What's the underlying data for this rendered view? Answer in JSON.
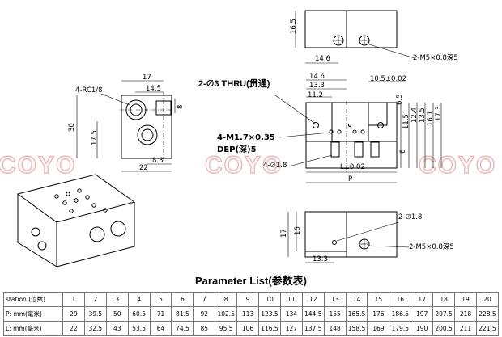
{
  "watermark": {
    "text": "COYO"
  },
  "left_view": {
    "port_label": "4-RC1/8",
    "dims": [
      "17",
      "14.5",
      "8",
      "30",
      "17.5",
      "8.3",
      "22"
    ]
  },
  "center_notes": {
    "thru_note": "2-∅3 THRU(贯通)",
    "tap_note_1": "4-M1.7×0.35",
    "tap_note_2": "DEP(深)5",
    "hole_note": "4-∅1.8"
  },
  "top_view": {
    "dims": [
      "16.5",
      "14.6"
    ],
    "thread_note": "2-M5×0.8深5"
  },
  "front_view": {
    "dims_top": [
      "14.6",
      "13.3",
      "11.2",
      "10.5±0.02"
    ],
    "dims_right": [
      "6.5",
      "11.5",
      "12.4",
      "13.5",
      "16.1",
      "17.3",
      "6"
    ],
    "length_label": "L±0.02",
    "pitch_label": "P"
  },
  "bottom_view": {
    "dims": [
      "17",
      "16",
      "13.3"
    ],
    "hole_note": "2-∅1.8",
    "thread_note": "2-M5×0.8深5"
  },
  "table": {
    "title": "Parameter List(参数表)",
    "station_label": "station (位数)",
    "stations": [
      "1",
      "2",
      "3",
      "4",
      "5",
      "6",
      "7",
      "8",
      "9",
      "10",
      "11",
      "12",
      "13",
      "14",
      "15",
      "16",
      "17",
      "18",
      "19",
      "20"
    ],
    "p_label": "P: mm(毫米)",
    "p_values": [
      "29",
      "39.5",
      "50",
      "60.5",
      "71",
      "81.5",
      "92",
      "102.5",
      "113",
      "123.5",
      "134",
      "144.5",
      "155",
      "165.5",
      "176",
      "186.5",
      "197",
      "207.5",
      "218",
      "228.5"
    ],
    "l_label": "L: mm(毫米)",
    "l_values": [
      "22",
      "32.5",
      "43",
      "53.5",
      "64",
      "74.5",
      "85",
      "95.5",
      "106",
      "116.5",
      "127",
      "137.5",
      "148",
      "158.5",
      "169",
      "179.5",
      "190",
      "200.5",
      "211",
      "221.5"
    ]
  }
}
